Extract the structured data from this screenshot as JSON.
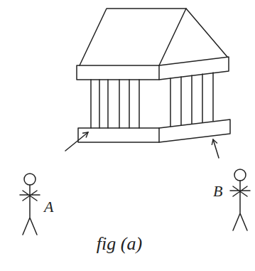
{
  "diagram": {
    "caption": "fig (a)",
    "labels": [
      "A",
      "B"
    ]
  }
}
